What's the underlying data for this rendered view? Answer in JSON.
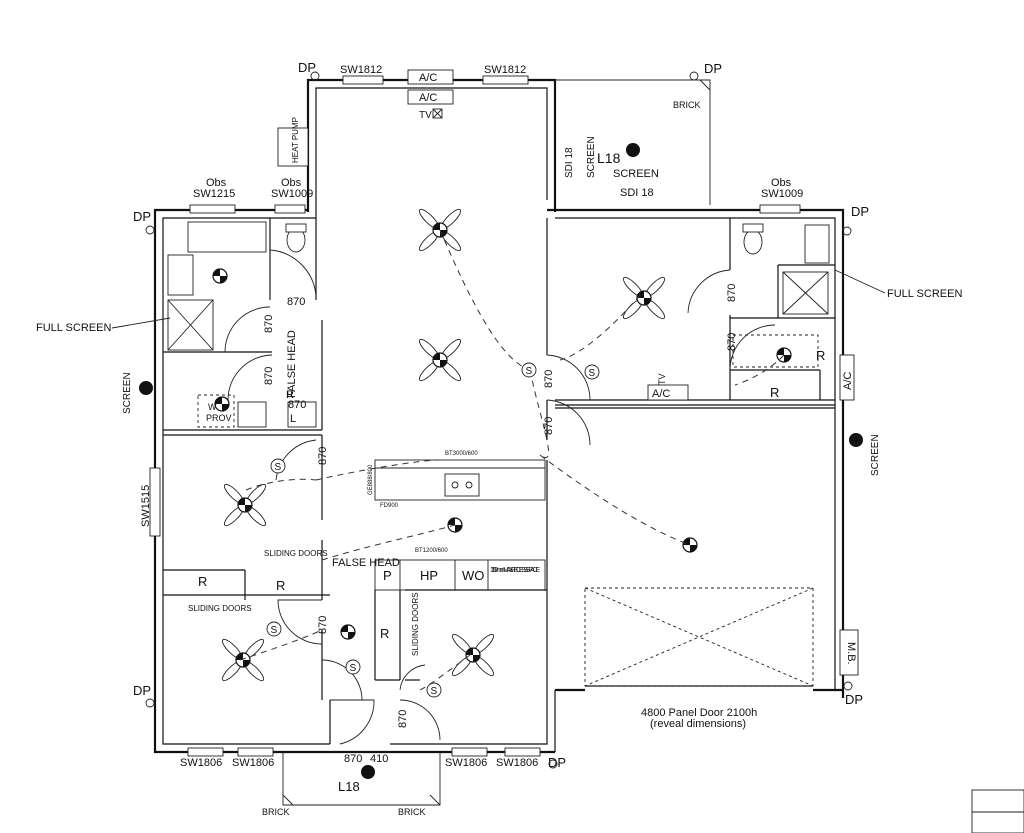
{
  "labels": {
    "dp": "DP",
    "sw1812": "SW1812",
    "ac": "A/C",
    "tv": "TV",
    "brick": "BRICK",
    "heat_pump": "HEAT PUMP",
    "sdi18": "SDI 18",
    "screen": "SCREEN",
    "l18": "L18",
    "obs": "Obs",
    "sw1215": "SW1215",
    "sw1009": "SW1009",
    "full_screen": "FULL SCREEN",
    "d870": "870",
    "false_head": "FALSE HEAD",
    "r": "R",
    "l": "L",
    "w": "W",
    "prov": "PROV",
    "s": "S",
    "sw1515": "SW1515",
    "sliding_doors": "SLIDING DOORS",
    "sw1806": "SW1806",
    "d410": "410",
    "p": "P",
    "hp": "HP",
    "wo": "WO",
    "max_recess": "1150mm MAX. RECESS SPACE",
    "bt3000": "BT3000/600",
    "ge": "GE888/800",
    "fd": "FD900",
    "bt1200": "BT1200/600",
    "garage_door": "4800 Panel Door 2100h",
    "garage_reveal": "(reveal dimensions)",
    "mb": "M.B."
  }
}
